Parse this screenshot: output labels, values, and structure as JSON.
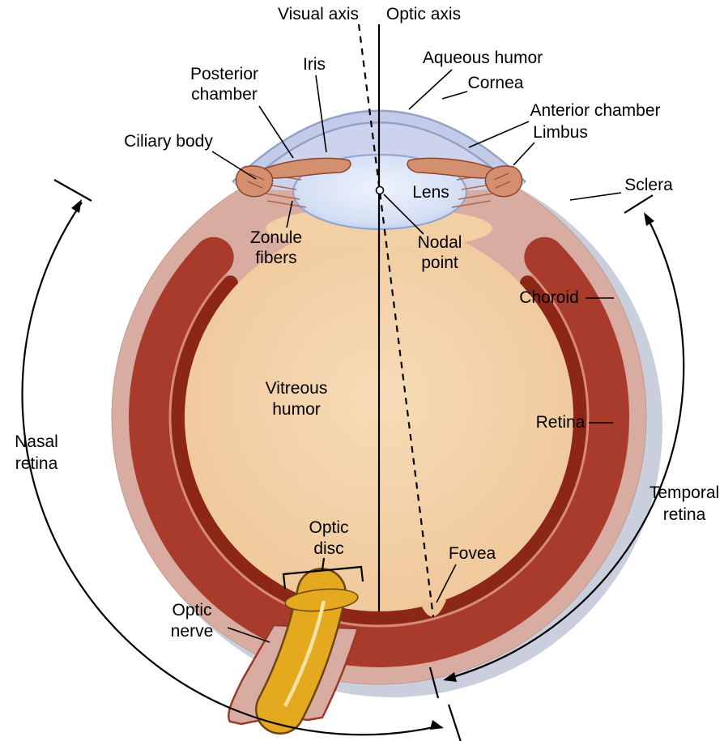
{
  "labels": {
    "visual_axis": "Visual axis",
    "optic_axis": "Optic axis",
    "aqueous_humor": "Aqueous humor",
    "cornea": "Cornea",
    "iris": "Iris",
    "posterior_chamber": [
      "Posterior",
      "chamber"
    ],
    "anterior_chamber": "Anterior chamber",
    "limbus": "Limbus",
    "ciliary_body": "Ciliary body",
    "sclera": "Sclera",
    "lens": "Lens",
    "zonule_fibers": [
      "Zonule",
      "fibers"
    ],
    "nodal_point": [
      "Nodal",
      "point"
    ],
    "choroid": "Choroid",
    "vitreous_humor": [
      "Vitreous",
      "humor"
    ],
    "retina": "Retina",
    "nasal_retina": [
      "Nasal",
      "retina"
    ],
    "temporal_retina": [
      "Temporal",
      "retina"
    ],
    "optic_disc": [
      "Optic",
      "disc"
    ],
    "fovea": "Fovea",
    "optic_nerve": [
      "Optic",
      "nerve"
    ]
  },
  "colors": {
    "sclera": "#d9aca1",
    "choroid": "#a93b2c",
    "retina_lining": "#8c2718",
    "vitreous": "#f3cfa4",
    "lens": "#ccd9f2",
    "cornea": "#bfc8e8",
    "aqueous": "#cdd3ec",
    "iris": "#d4906e",
    "optic_nerve": "#e4a91f",
    "shadow": "#c9cfdc"
  }
}
